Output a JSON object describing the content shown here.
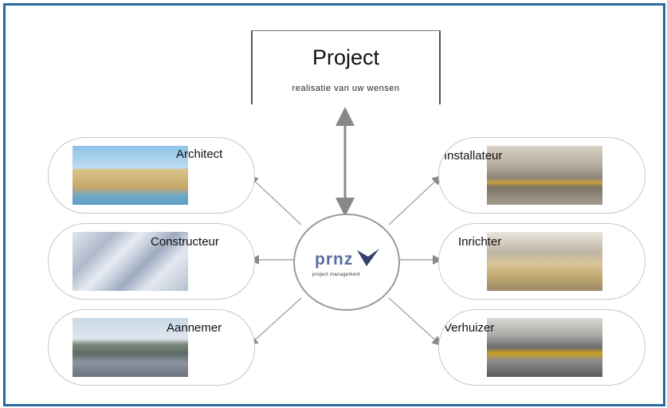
{
  "project": {
    "title": "Project",
    "subtitle": "realisatie van uw wensen"
  },
  "hub": {
    "logo_text": "prnz",
    "logo_sub": "project management"
  },
  "nodes": {
    "architect": "Architect",
    "constructeur": "Constructeur",
    "aannemer": "Aannemer",
    "installateur": "Installateur",
    "inrichter": "Inrichter",
    "verhuizer": "Verhuizer"
  },
  "colors": {
    "frame": "#2c6aa2",
    "logo": "#5a6fa0"
  }
}
